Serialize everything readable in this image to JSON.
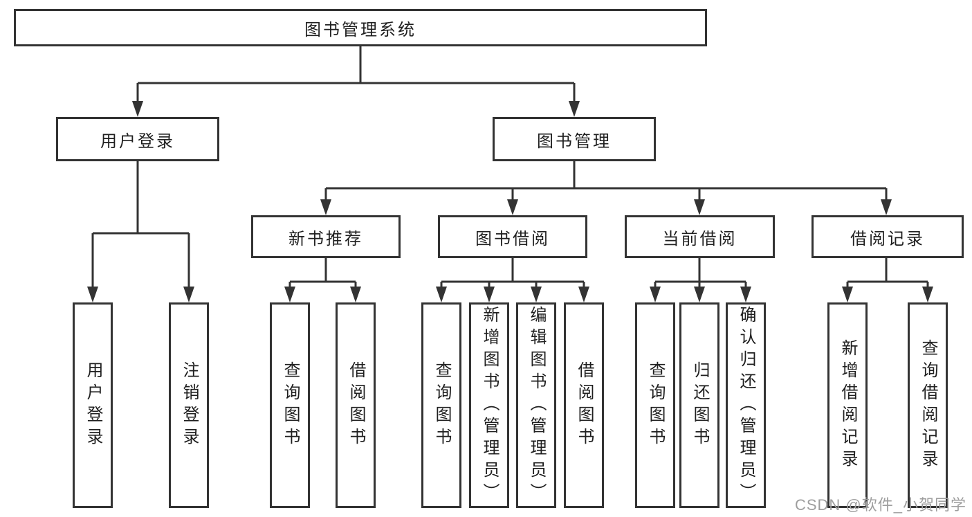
{
  "tree": {
    "label": "图书管理系统",
    "children": [
      {
        "label": "用户登录",
        "children": [
          {
            "label": "用户登录"
          },
          {
            "label": "注销登录"
          }
        ]
      },
      {
        "label": "图书管理",
        "children": [
          {
            "label": "新书推荐",
            "children": [
              {
                "label": "查询图书"
              },
              {
                "label": "借阅图书"
              }
            ]
          },
          {
            "label": "图书借阅",
            "children": [
              {
                "label": "查询图书"
              },
              {
                "label": "新增图书（管理员）"
              },
              {
                "label": "编辑图书（管理员）"
              },
              {
                "label": "借阅图书"
              }
            ]
          },
          {
            "label": "当前借阅",
            "children": [
              {
                "label": "查询图书"
              },
              {
                "label": "归还图书"
              },
              {
                "label": "确认归还（管理员）"
              }
            ]
          },
          {
            "label": "借阅记录",
            "children": [
              {
                "label": "新增借阅记录"
              },
              {
                "label": "查询借阅记录"
              }
            ]
          }
        ]
      }
    ]
  },
  "watermark": "CSDN @软件_小贺同学",
  "colors": {
    "line": "#333333",
    "box_border": "#333333",
    "text": "#1f1f1f",
    "watermark": "#9e9e9e",
    "background": "#ffffff"
  }
}
